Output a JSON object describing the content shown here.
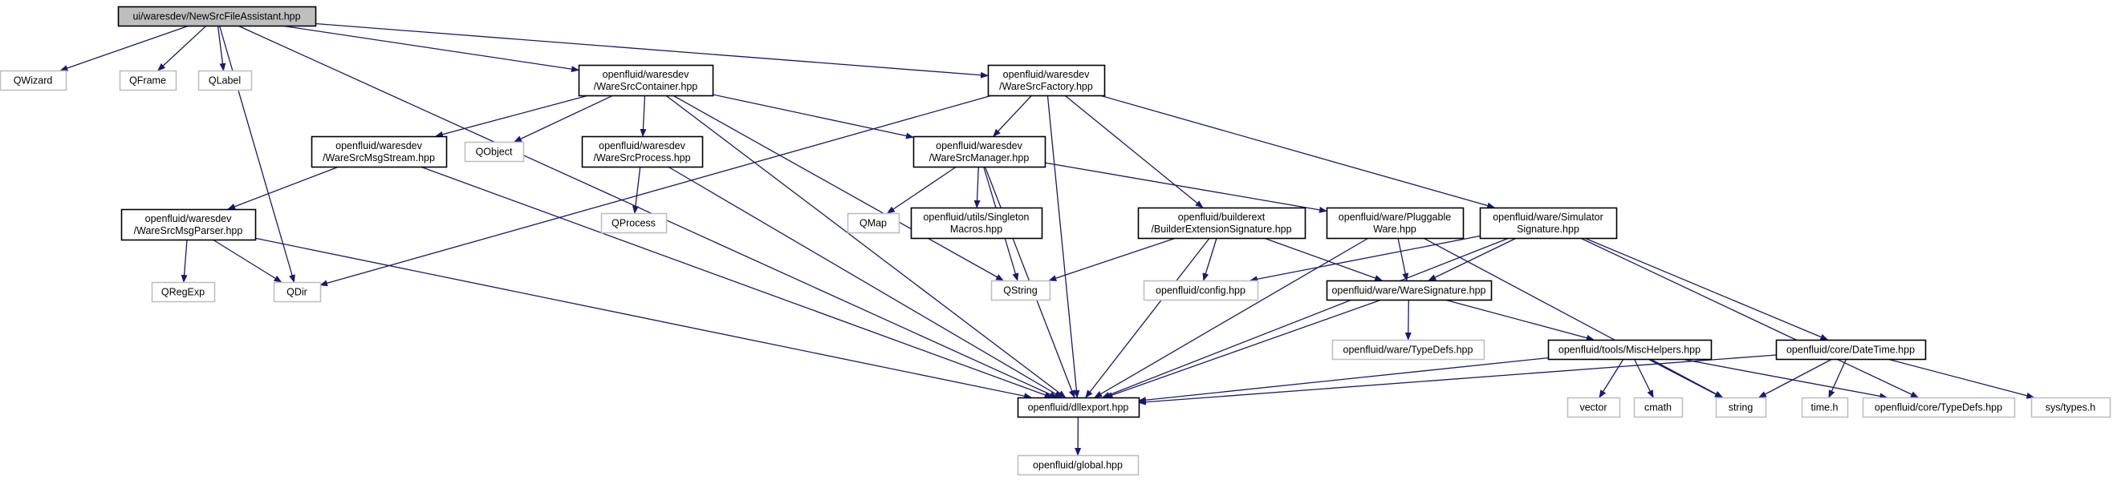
{
  "colors": {
    "edge": "#191970",
    "root_fill": "#bfbfbf",
    "node_border": "#000000",
    "external_border": "#bfbfbf",
    "text": "#000000"
  },
  "nodes": [
    {
      "id": "root",
      "lines": [
        "ui/waresdev/NewSrcFileAssistant.hpp"
      ],
      "style": "root"
    },
    {
      "id": "qwizard",
      "lines": [
        "QWizard"
      ],
      "style": "external"
    },
    {
      "id": "qframe",
      "lines": [
        "QFrame"
      ],
      "style": "external"
    },
    {
      "id": "qlabel",
      "lines": [
        "QLabel"
      ],
      "style": "external"
    },
    {
      "id": "container",
      "lines": [
        "openfluid/waresdev",
        "/WareSrcContainer.hpp"
      ],
      "style": "normal"
    },
    {
      "id": "factory",
      "lines": [
        "openfluid/waresdev",
        "/WareSrcFactory.hpp"
      ],
      "style": "normal"
    },
    {
      "id": "msgstream",
      "lines": [
        "openfluid/waresdev",
        "/WareSrcMsgStream.hpp"
      ],
      "style": "normal"
    },
    {
      "id": "qobject",
      "lines": [
        "QObject"
      ],
      "style": "external"
    },
    {
      "id": "process",
      "lines": [
        "openfluid/waresdev",
        "/WareSrcProcess.hpp"
      ],
      "style": "normal"
    },
    {
      "id": "manager",
      "lines": [
        "openfluid/waresdev",
        "/WareSrcManager.hpp"
      ],
      "style": "normal"
    },
    {
      "id": "msgparser",
      "lines": [
        "openfluid/waresdev",
        "/WareSrcMsgParser.hpp"
      ],
      "style": "normal"
    },
    {
      "id": "qprocess",
      "lines": [
        "QProcess"
      ],
      "style": "external"
    },
    {
      "id": "qmap",
      "lines": [
        "QMap"
      ],
      "style": "external"
    },
    {
      "id": "singleton",
      "lines": [
        "openfluid/utils/Singleton",
        "Macros.hpp"
      ],
      "style": "normal"
    },
    {
      "id": "builderext",
      "lines": [
        "openfluid/builderext",
        "/BuilderExtensionSignature.hpp"
      ],
      "style": "normal"
    },
    {
      "id": "pluggable",
      "lines": [
        "openfluid/ware/Pluggable",
        "Ware.hpp"
      ],
      "style": "normal"
    },
    {
      "id": "simsig",
      "lines": [
        "openfluid/ware/Simulator",
        "Signature.hpp"
      ],
      "style": "normal"
    },
    {
      "id": "qregexp",
      "lines": [
        "QRegExp"
      ],
      "style": "external"
    },
    {
      "id": "qdir",
      "lines": [
        "QDir"
      ],
      "style": "external"
    },
    {
      "id": "qstring",
      "lines": [
        "QString"
      ],
      "style": "external"
    },
    {
      "id": "config",
      "lines": [
        "openfluid/config.hpp"
      ],
      "style": "external"
    },
    {
      "id": "waresig",
      "lines": [
        "openfluid/ware/WareSignature.hpp"
      ],
      "style": "normal"
    },
    {
      "id": "waretypedefs",
      "lines": [
        "openfluid/ware/TypeDefs.hpp"
      ],
      "style": "external"
    },
    {
      "id": "mischelpers",
      "lines": [
        "openfluid/tools/MiscHelpers.hpp"
      ],
      "style": "normal"
    },
    {
      "id": "datetime",
      "lines": [
        "openfluid/core/DateTime.hpp"
      ],
      "style": "normal"
    },
    {
      "id": "dllexport",
      "lines": [
        "openfluid/dllexport.hpp"
      ],
      "style": "normal"
    },
    {
      "id": "vector",
      "lines": [
        "vector"
      ],
      "style": "external"
    },
    {
      "id": "cmath",
      "lines": [
        "cmath"
      ],
      "style": "external"
    },
    {
      "id": "string",
      "lines": [
        "string"
      ],
      "style": "external"
    },
    {
      "id": "timeh",
      "lines": [
        "time.h"
      ],
      "style": "external"
    },
    {
      "id": "coretypedefs",
      "lines": [
        "openfluid/core/TypeDefs.hpp"
      ],
      "style": "external"
    },
    {
      "id": "systypes",
      "lines": [
        "sys/types.h"
      ],
      "style": "external"
    },
    {
      "id": "global",
      "lines": [
        "openfluid/global.hpp"
      ],
      "style": "external"
    }
  ],
  "edges": [
    [
      "root",
      "qwizard"
    ],
    [
      "root",
      "qframe"
    ],
    [
      "root",
      "qlabel"
    ],
    [
      "root",
      "qdir"
    ],
    [
      "root",
      "container"
    ],
    [
      "root",
      "factory"
    ],
    [
      "root",
      "dllexport"
    ],
    [
      "container",
      "msgstream"
    ],
    [
      "container",
      "qobject"
    ],
    [
      "container",
      "process"
    ],
    [
      "container",
      "manager"
    ],
    [
      "container",
      "qstring"
    ],
    [
      "container",
      "dllexport"
    ],
    [
      "factory",
      "qdir"
    ],
    [
      "factory",
      "manager"
    ],
    [
      "factory",
      "builderext"
    ],
    [
      "factory",
      "simsig"
    ],
    [
      "factory",
      "dllexport"
    ],
    [
      "msgstream",
      "msgparser"
    ],
    [
      "msgstream",
      "dllexport"
    ],
    [
      "msgparser",
      "qregexp"
    ],
    [
      "msgparser",
      "qdir"
    ],
    [
      "msgparser",
      "dllexport"
    ],
    [
      "process",
      "qprocess"
    ],
    [
      "process",
      "dllexport"
    ],
    [
      "manager",
      "qmap"
    ],
    [
      "manager",
      "singleton"
    ],
    [
      "manager",
      "qstring"
    ],
    [
      "manager",
      "pluggable"
    ],
    [
      "manager",
      "dllexport"
    ],
    [
      "builderext",
      "qstring"
    ],
    [
      "builderext",
      "config"
    ],
    [
      "builderext",
      "waresig"
    ],
    [
      "builderext",
      "dllexport"
    ],
    [
      "pluggable",
      "waresig"
    ],
    [
      "pluggable",
      "string"
    ],
    [
      "pluggable",
      "dllexport"
    ],
    [
      "simsig",
      "config"
    ],
    [
      "simsig",
      "waresig"
    ],
    [
      "simsig",
      "datetime"
    ],
    [
      "simsig",
      "coretypedefs"
    ],
    [
      "simsig",
      "dllexport"
    ],
    [
      "waresig",
      "waretypedefs"
    ],
    [
      "waresig",
      "mischelpers"
    ],
    [
      "waresig",
      "dllexport"
    ],
    [
      "mischelpers",
      "vector"
    ],
    [
      "mischelpers",
      "cmath"
    ],
    [
      "mischelpers",
      "string"
    ],
    [
      "mischelpers",
      "coretypedefs"
    ],
    [
      "mischelpers",
      "dllexport"
    ],
    [
      "datetime",
      "timeh"
    ],
    [
      "datetime",
      "string"
    ],
    [
      "datetime",
      "systypes"
    ],
    [
      "datetime",
      "dllexport"
    ],
    [
      "dllexport",
      "global"
    ]
  ]
}
